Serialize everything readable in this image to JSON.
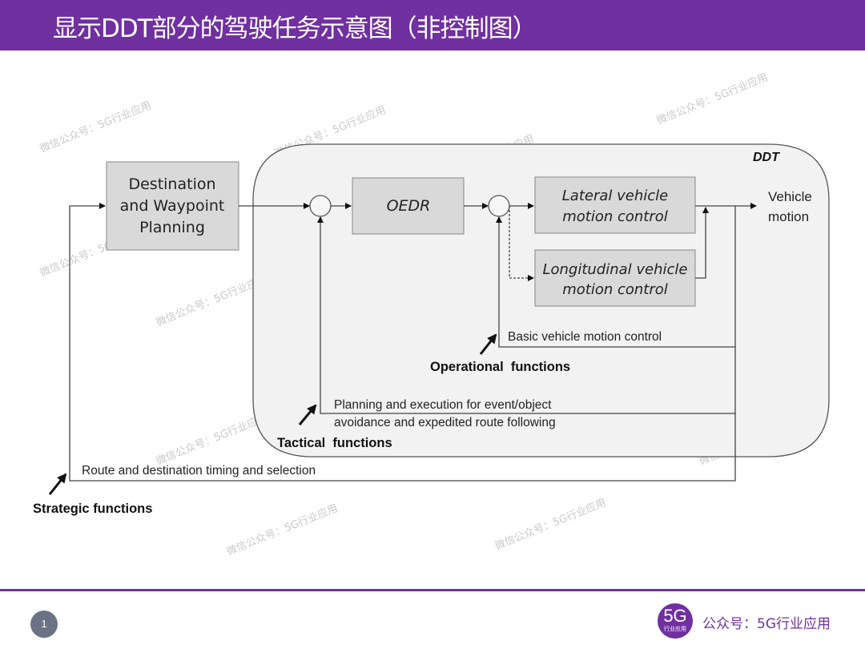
{
  "header": {
    "title": "显示DDT部分的驾驶任务示意图（非控制图）",
    "background": "#7030a0"
  },
  "diagram": {
    "container_label": "DDT",
    "boxes": {
      "destination": [
        "Destination",
        "and Waypoint",
        "Planning"
      ],
      "oedr": "OEDR",
      "lateral": [
        "Lateral vehicle",
        "motion control"
      ],
      "longitudinal": [
        "Longitudinal vehicle",
        "motion control"
      ]
    },
    "output_label": [
      "Vehicle",
      "motion"
    ],
    "loops": {
      "operational": "Basic vehicle motion control",
      "tactical": [
        "Planning and execution for event/object",
        "avoidance and expedited route following"
      ],
      "strategic": "Route and destination timing and selection"
    },
    "function_labels": {
      "operational": "Operational  functions",
      "tactical": "Tactical  functions",
      "strategic": "Strategic functions"
    },
    "colors": {
      "box_fill": "#d9d9d9",
      "container_fill": "#f2f2f2",
      "line": "#555555"
    }
  },
  "watermark": "微信公众号：5G行业应用",
  "footer": {
    "page_number": "1",
    "logo_main": "5G",
    "logo_sub": "行业应用",
    "account": "公众号：5G行业应用",
    "accent": "#7030a0"
  }
}
